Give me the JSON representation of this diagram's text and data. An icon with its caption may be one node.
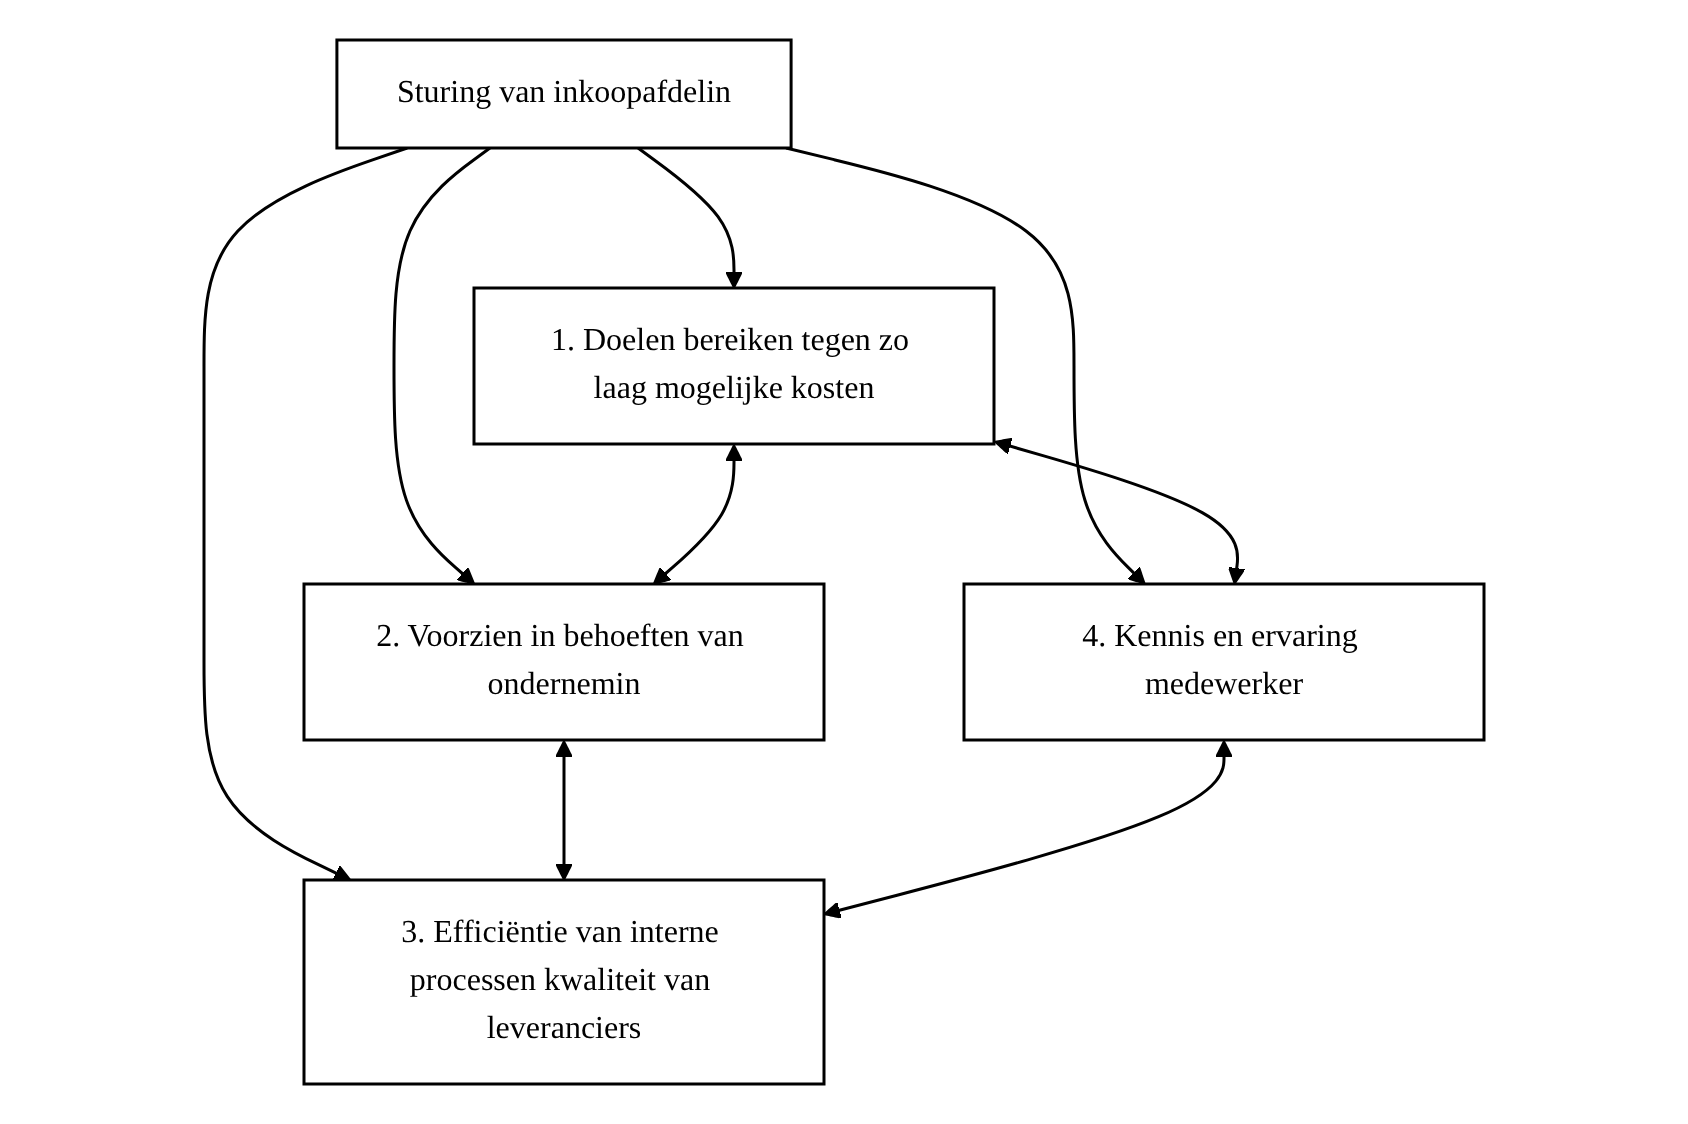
{
  "diagram": {
    "nodes": [
      {
        "text": [
          "2. Voorzien in behoeften van ondernemin"
        ]
      },
      {
        "text": [
          "1. Doelen bereiken tegen zo laag mogelijke kosten"
        ]
      },
      {
        "text": [
          "Sturing van inkoopafdelin"
        ]
      },
      {
        "text": [
          "3. Efficiëntie van interne processen kwaliteit van leveranciers"
        ]
      },
      {
        "text": [
          "4. Kennis en ervaring medewerker"
        ]
      }
    ],
    "edges": [
      {
        "from": 2,
        "to": 0,
        "arrow": "to"
      },
      {
        "from": 2,
        "to": 1,
        "arrow": "to"
      },
      {
        "from": 2,
        "to": 3,
        "arrow": "to"
      },
      {
        "from": 2,
        "to": 4,
        "arrow": "to"
      },
      {
        "from": 1,
        "to": 0,
        "arrow": "both"
      },
      {
        "from": 0,
        "to": 3,
        "arrow": "both"
      },
      {
        "from": 1,
        "to": 4,
        "arrow": "both"
      },
      {
        "from": 4,
        "to": 3,
        "arrow": "both"
      }
    ]
  }
}
